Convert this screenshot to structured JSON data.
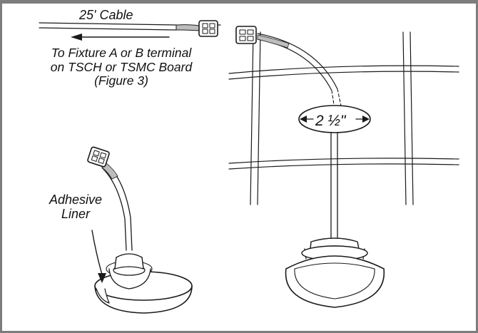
{
  "labels": {
    "cable": "25' Cable",
    "destination_line1": "To Fixture A or B terminal",
    "destination_line2": "on TSCH or TSMC Board",
    "destination_line3": "(Figure 3)",
    "adhesive_line1": "Adhesive",
    "adhesive_line2": "Liner",
    "hole_diameter": "2 ½\""
  },
  "colors": {
    "frame": "#7d7d7d",
    "line": "#1a1a1a",
    "cable_shade": "#bdbdbd",
    "background": "#ffffff"
  }
}
